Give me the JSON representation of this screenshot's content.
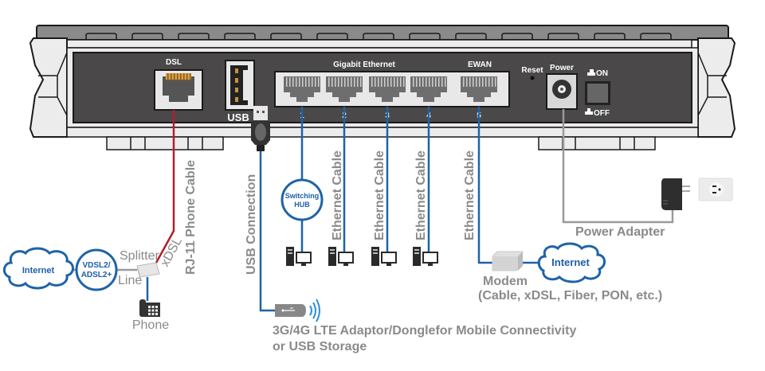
{
  "title": "Router rear panel connection diagram",
  "colors": {
    "panel": "#4a4848",
    "chassis_light": "#ececec",
    "chassis_dark": "#8a8a8a",
    "outline": "#1a1a1a",
    "dsl_cable": "#b0202a",
    "ethernet_cable": "#1e63a8",
    "power_cable": "#9a9a9a",
    "label_gray": "#8a8a8a",
    "accent_blue": "#1b5fa8"
  },
  "panel": {
    "dsl_label": "DSL",
    "usb_label": "USB",
    "gigabit_label": "Gigabit Ethernet",
    "ewan_label": "EWAN",
    "reset_label": "Reset",
    "power_label": "Power",
    "switch_on": "ON",
    "switch_off": "OFF",
    "port_numbers": [
      "1",
      "2",
      "3",
      "4",
      "5"
    ]
  },
  "cables": {
    "rj11": "RJ-11 Phone Cable",
    "usb": "USB Connection",
    "ethernet": [
      "Ethernet Cable",
      "Ethernet Cable",
      "Ethernet Cable",
      "Ethernet Cable"
    ],
    "xdsl": "xDSL",
    "line": "Line"
  },
  "devices": {
    "internet_left": "Internet",
    "vdsl_line1": "VDSL2/",
    "vdsl_line2": "ADSL2+",
    "splitter": "Splitter",
    "phone": "Phone",
    "hub_line1": "Switching",
    "hub_line2": "HUB",
    "internet_right": "Internet",
    "modem": "Modem",
    "modem_types": "(Cable, xDSL, Fiber, PON, etc.)",
    "power_adapter": "Power Adapter",
    "dongle_line1": "3G/4G LTE Adaptor/Donglefor Mobile Connectivity",
    "dongle_line2": "or USB Storage"
  }
}
